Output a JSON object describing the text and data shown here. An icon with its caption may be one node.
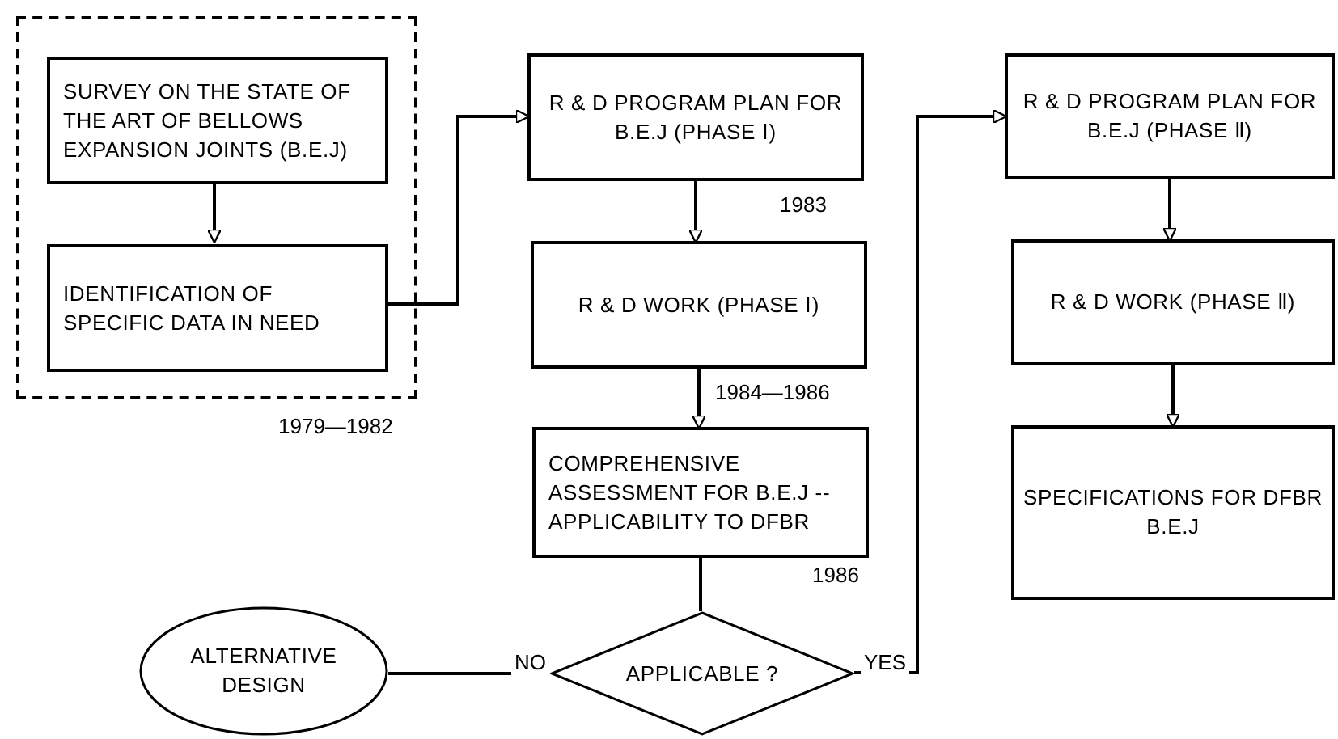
{
  "diagram": {
    "nodes": [
      {
        "text": [],
        "shape": "box",
        "beside": [
          "1979—1982"
        ]
      },
      {
        "text": [
          "SURVEY ON THE STATE OF THE ART OF BELLOWS EXPANSION JOINTS (B.E.J)"
        ],
        "in": 0
      },
      {
        "text": [
          "IDENTIFICATION OF SPECIFIC DATA IN NEED"
        ],
        "in": 0
      },
      {
        "text": [
          "R & D PROGRAM PLAN FOR B.E.J (PHASE Ⅰ)"
        ],
        "beside": [
          "1983"
        ]
      },
      {
        "text": [
          "R & D WORK (PHASE Ⅰ)"
        ],
        "beside": [
          "1984—1986"
        ]
      },
      {
        "text": [
          "COMPREHENSIVE ASSESSMENT FOR B.E.J --APPLICABILITY TO DFBR"
        ],
        "beside": [
          "1986"
        ]
      },
      {
        "text": [
          "APPLICABLE ?"
        ]
      },
      {
        "text": [
          "ALTERNATIVE DESIGN"
        ]
      },
      {
        "text": [
          "R & D PROGRAM PLAN FOR B.E.J (PHASE Ⅱ)"
        ]
      },
      {
        "text": [
          "R & D WORK (PHASE Ⅱ)"
        ]
      },
      {
        "text": [
          "SPECIFICATIONS FOR DFBR B.E.J"
        ]
      }
    ],
    "edges": [
      {
        "from": 1,
        "to": 2,
        "arrow": "to"
      },
      {
        "from": 2,
        "to": 3,
        "arrow": "to"
      },
      {
        "from": 3,
        "to": 4,
        "arrow": "to"
      },
      {
        "from": 4,
        "to": 5,
        "arrow": "to"
      },
      {
        "from": 5,
        "to": 6,
        "arrow": "none"
      },
      {
        "from": 6,
        "to": 7,
        "arrow": "none",
        "label": "NO"
      },
      {
        "from": 6,
        "to": 8,
        "arrow": "to",
        "label": "YES"
      },
      {
        "from": 8,
        "to": 9,
        "arrow": "to"
      },
      {
        "from": 9,
        "to": 10,
        "arrow": "to"
      }
    ]
  }
}
